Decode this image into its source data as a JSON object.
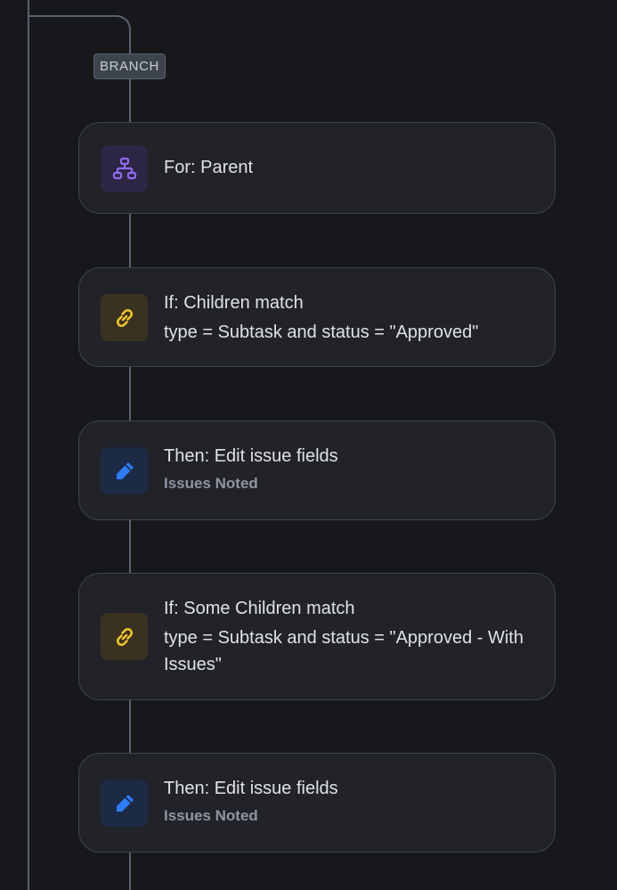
{
  "branch_label": "BRANCH",
  "cards": [
    {
      "kind": "for",
      "icon": "hierarchy-icon",
      "title": "For: Parent"
    },
    {
      "kind": "if",
      "icon": "link-icon",
      "title": "If: Children match",
      "detail": "type = Subtask and status = \"Approved\""
    },
    {
      "kind": "then",
      "icon": "pencil-icon",
      "title": "Then: Edit issue fields",
      "subtitle": "Issues Noted"
    },
    {
      "kind": "if",
      "icon": "link-icon",
      "title": "If: Some Children match",
      "detail": "type = Subtask and status = \"Approved - With Issues\""
    },
    {
      "kind": "then",
      "icon": "pencil-icon",
      "title": "Then: Edit issue fields",
      "subtitle": "Issues Noted"
    }
  ],
  "colors": {
    "background": "#16181b",
    "card": "#212328",
    "connector": "#596070",
    "purple_icon": "#8f6bf0",
    "yellow_icon": "#f0c52f",
    "blue_icon": "#2f7df6"
  }
}
